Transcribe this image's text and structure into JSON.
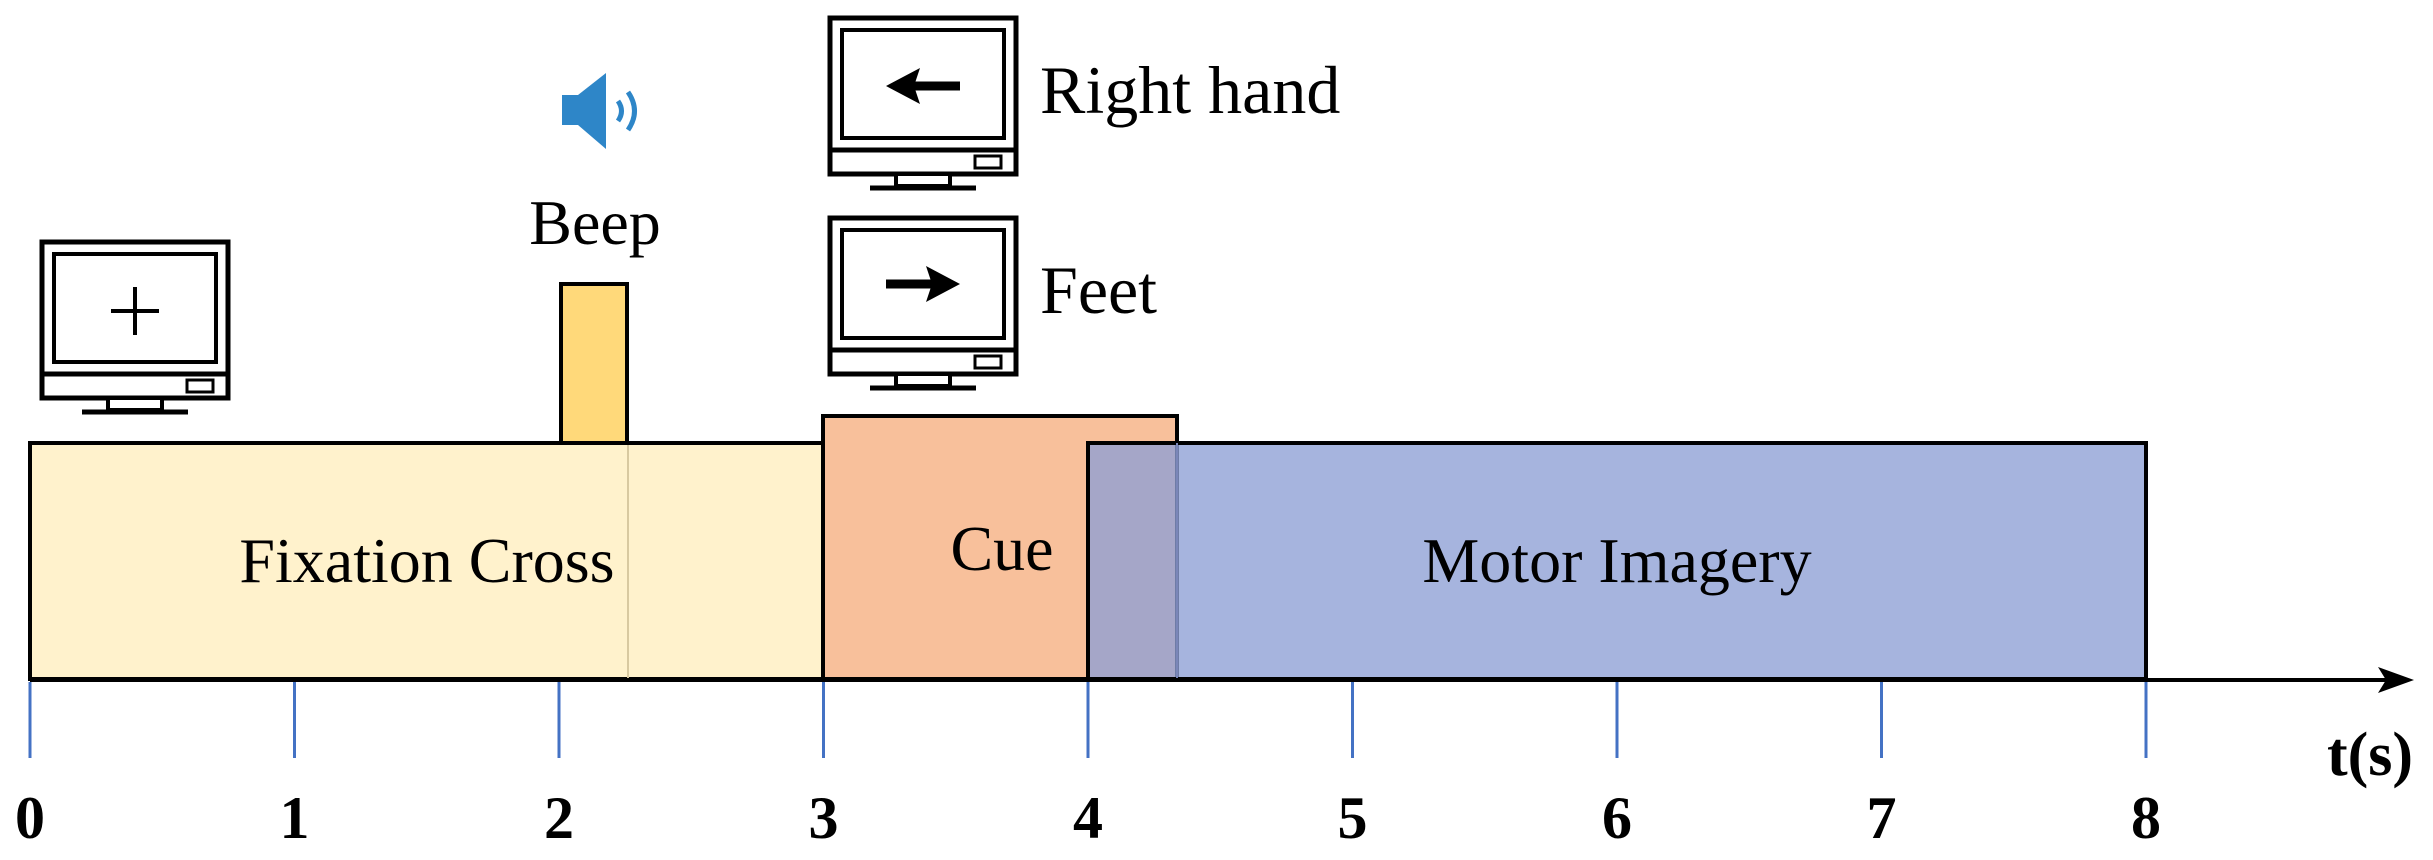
{
  "phases": [
    {
      "name": "Fixation Cross",
      "start": 0,
      "end": 3,
      "color": "#fff2cc",
      "border": "#000000"
    },
    {
      "name": "Cue",
      "start": 3,
      "end": 4.35,
      "color": "#f8c09b",
      "border": "#000000"
    },
    {
      "name": "Motor Imagery",
      "start": 4,
      "end": 8,
      "color": "#8d9fd5",
      "border": "#000000"
    }
  ],
  "beep": {
    "label": "Beep",
    "start": 2,
    "end": 2.25,
    "color": "#ffd97a",
    "icon": "speaker-icon",
    "icon_color": "#2e86c8"
  },
  "cues": [
    {
      "label": "Right hand",
      "icon": "left-arrow-monitor-icon"
    },
    {
      "label": "Feet",
      "icon": "right-arrow-monitor-icon"
    }
  ],
  "fixation_icon": "cross-monitor-icon",
  "axis": {
    "unit_label": "t(s)",
    "ticks": [
      "0",
      "1",
      "2",
      "3",
      "4",
      "5",
      "6",
      "7",
      "8"
    ],
    "tick_color": "#4472c4"
  }
}
